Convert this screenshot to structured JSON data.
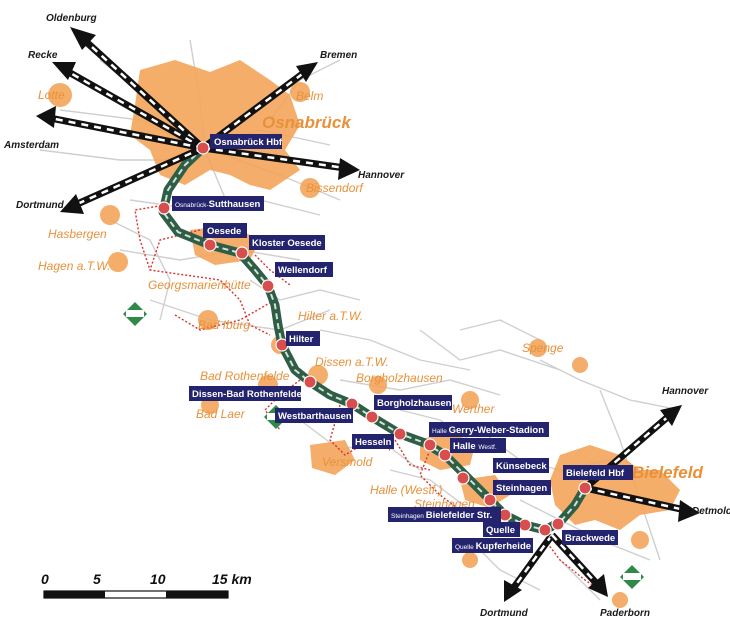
{
  "map": {
    "route": {
      "color": "#2f5d46",
      "station_color": "#d84d4d",
      "label_color": "#23236e"
    },
    "town_color": "#e8913a",
    "local_line_color": "#d8322c",
    "stations": [
      {
        "pre": "",
        "name": "Osnabrück Hbf",
        "suffix": ""
      },
      {
        "pre": "Osnabrück-",
        "name": "Sutthausen",
        "suffix": ""
      },
      {
        "pre": "",
        "name": "Oesede",
        "suffix": ""
      },
      {
        "pre": "",
        "name": "Kloster Oesede",
        "suffix": ""
      },
      {
        "pre": "",
        "name": "Wellendorf",
        "suffix": ""
      },
      {
        "pre": "",
        "name": "Hilter",
        "suffix": ""
      },
      {
        "pre": "",
        "name": "Dissen-Bad Rothenfelde",
        "suffix": ""
      },
      {
        "pre": "",
        "name": "Westbarthausen",
        "suffix": ""
      },
      {
        "pre": "",
        "name": "Borgholzhausen",
        "suffix": ""
      },
      {
        "pre": "",
        "name": "Hesseln",
        "suffix": ""
      },
      {
        "pre": "Halle ",
        "name": "Gerry-Weber-Stadion",
        "suffix": ""
      },
      {
        "pre": "",
        "name": "Halle ",
        "suffix": "Westf."
      },
      {
        "pre": "",
        "name": "Künsebeck",
        "suffix": ""
      },
      {
        "pre": "",
        "name": "Steinhagen",
        "suffix": ""
      },
      {
        "pre": "",
        "name": "Bielefeld Hbf",
        "suffix": ""
      },
      {
        "pre": "Steinhagen ",
        "name": "Bielefelder Str.",
        "suffix": ""
      },
      {
        "pre": "",
        "name": "Quelle",
        "suffix": ""
      },
      {
        "pre": "Quelle ",
        "name": "Kupferheide",
        "suffix": ""
      },
      {
        "pre": "",
        "name": "Brackwede",
        "suffix": ""
      }
    ],
    "towns": [
      "Osnabrück",
      "Bielefeld",
      "Lotte",
      "Belm",
      "Bissendorf",
      "Hasbergen",
      "Hagen a.T.W.",
      "Georgsmarienhütte",
      "Bad Iburg",
      "Hilter a.T.W.",
      "Dissen a.T.W.",
      "Bad Rothenfelde",
      "Bad Laer",
      "Borgholzhausen",
      "Versmold",
      "Werther",
      "Halle (Westf.)",
      "Steinhagen",
      "Spenge"
    ],
    "destinations": [
      "Oldenburg",
      "Recke",
      "Bremen",
      "Amsterdam",
      "Hannover",
      "Dortmund",
      "Hannover",
      "Detmold",
      "Dortmund",
      "Paderborn"
    ],
    "scale": {
      "ticks": [
        "0",
        "5",
        "10",
        "15 km"
      ]
    }
  }
}
